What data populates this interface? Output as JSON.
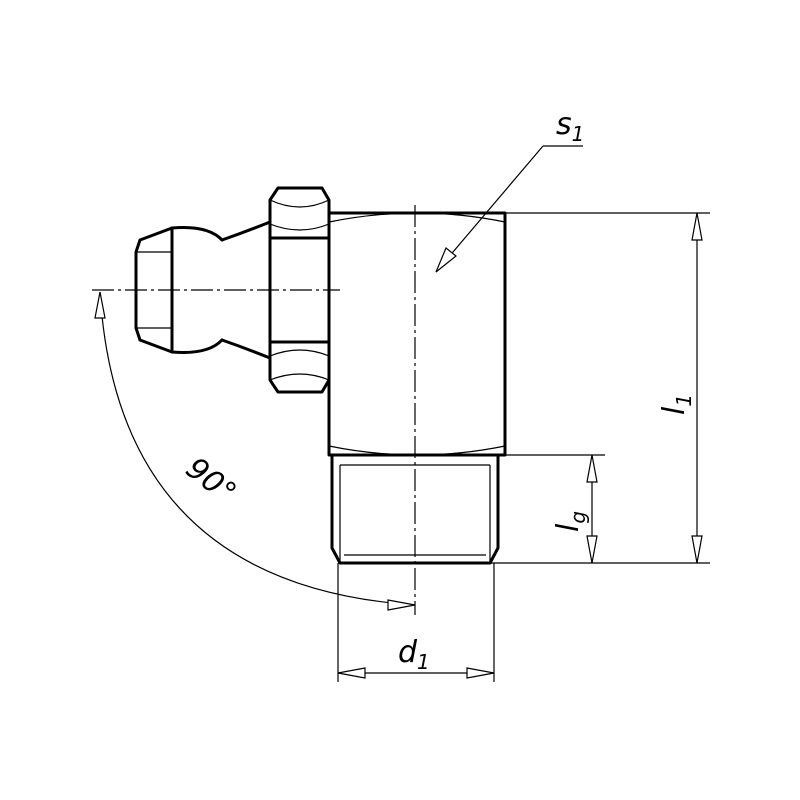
{
  "labels": {
    "s1": {
      "main": "s",
      "sub": "1"
    },
    "l1": {
      "main": "l",
      "sub": "1"
    },
    "lg": {
      "main": "l",
      "sub": "g"
    },
    "d1": {
      "main": "d",
      "sub": "1"
    },
    "angle": "90°"
  },
  "colors": {
    "line": "#000000",
    "background": "#ffffff"
  }
}
